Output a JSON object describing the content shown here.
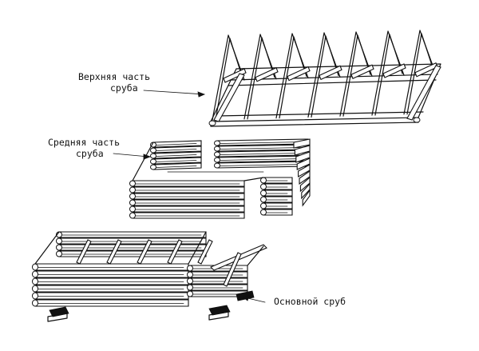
{
  "labels": {
    "top_line1": "Верхняя часть",
    "top_line2": "сруба",
    "middle_line1": "Средняя часть",
    "middle_line2": "сруба",
    "base": "Основной сруб"
  }
}
